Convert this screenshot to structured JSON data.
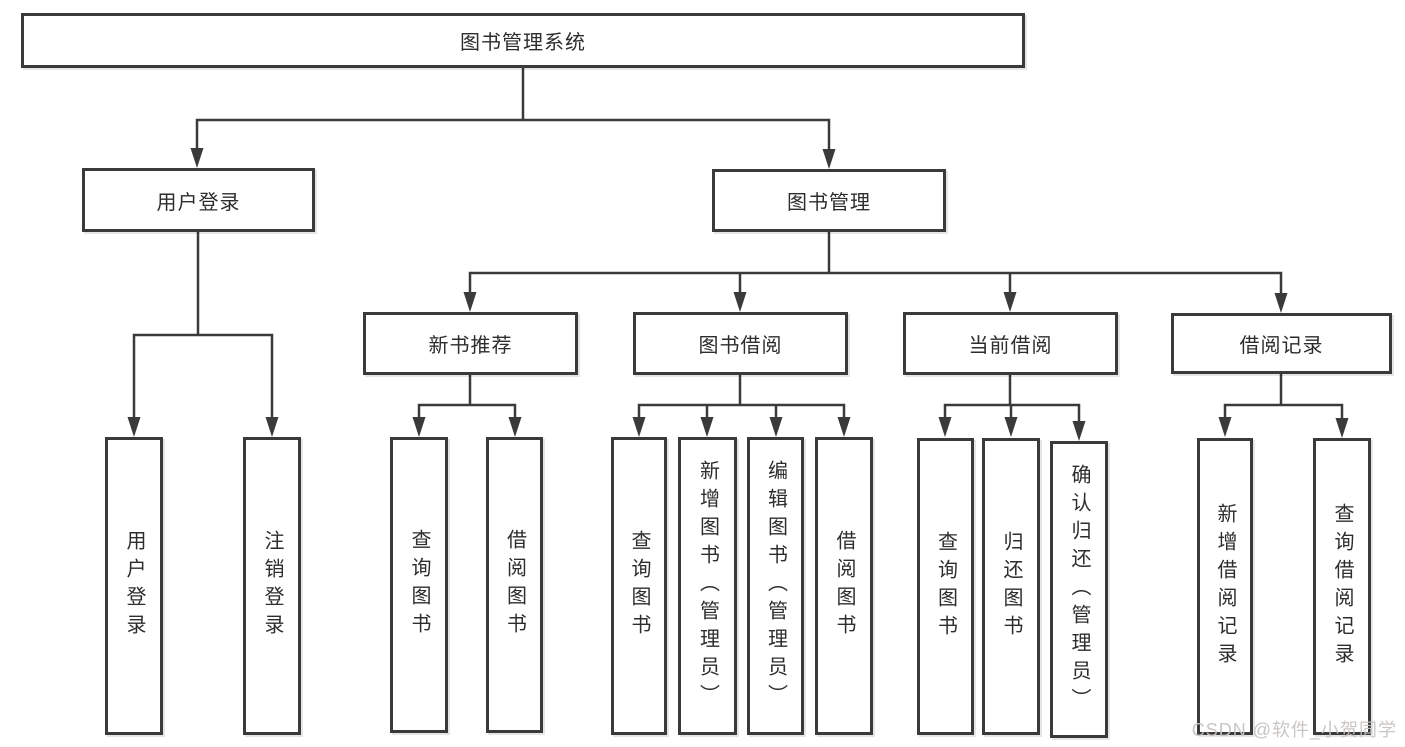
{
  "diagram_title": "图书管理系统",
  "tree": {
    "root": "图书管理系统",
    "level2": {
      "user_login": "用户登录",
      "book_mgmt": "图书管理"
    },
    "level3": {
      "new_books": "新书推荐",
      "borrow": "图书借阅",
      "current": "当前借阅",
      "records": "借阅记录"
    },
    "leaves": {
      "user_login": [
        "用户登录",
        "注销登录"
      ],
      "new_books": [
        "查询图书",
        "借阅图书"
      ],
      "borrow": [
        "查询图书",
        "新增图书（管理员）",
        "编辑图书（管理员）",
        "借阅图书"
      ],
      "current": [
        "查询图书",
        "归还图书",
        "确认归还（管理员）"
      ],
      "records": [
        "新增借阅记录",
        "查询借阅记录"
      ]
    }
  },
  "watermark": "CSDN @软件_小贺同学",
  "colors": {
    "line": "#3a3a3a",
    "box_border": "#3a3a3a",
    "text": "#2d2d2d",
    "watermark": "#c6c3c1",
    "background": "#ffffff"
  }
}
